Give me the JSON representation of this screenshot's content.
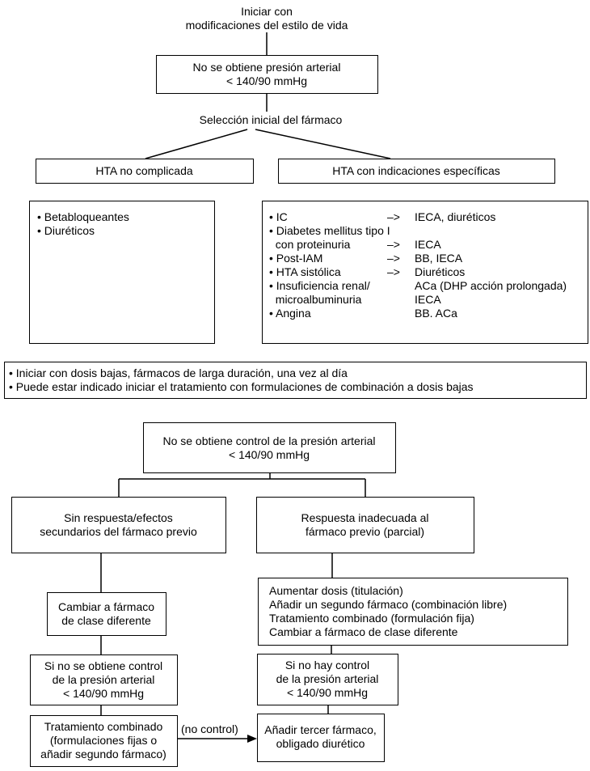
{
  "start": "Iniciar con\nmodificaciones del estilo de vida",
  "no_bp_target": "No se obtiene presión arterial\n< 140/90 mmHg",
  "initial_selection": "Selección inicial del fármaco",
  "hta_uncomplicated": {
    "title": "HTA no complicada",
    "items": [
      "• Betabloqueantes",
      "• Diuréticos"
    ]
  },
  "hta_specific": {
    "title": "HTA con indicaciones específicas",
    "rows": [
      {
        "cond": "• IC",
        "arrow": "–>",
        "drug": "IECA, diuréticos"
      },
      {
        "cond": "• Diabetes mellitus tipo I",
        "arrow": "",
        "drug": ""
      },
      {
        "cond": "  con proteinuria",
        "arrow": "–>",
        "drug": "IECA"
      },
      {
        "cond": "• Post-IAM",
        "arrow": "–>",
        "drug": "BB, IECA"
      },
      {
        "cond": "• HTA sistólica",
        "arrow": "–>",
        "drug": "Diuréticos"
      },
      {
        "cond": "• Insuficiencia renal/",
        "arrow": "",
        "drug": "ACa (DHP acción prolongada)"
      },
      {
        "cond": "  microalbuminuria",
        "arrow": "",
        "drug": "IECA"
      },
      {
        "cond": "• Angina",
        "arrow": "",
        "drug": "BB. ACa"
      }
    ]
  },
  "general_notes": [
    "• Iniciar con dosis bajas, fármacos de larga duración, una vez al día",
    "• Puede estar indicado iniciar el tratamiento con formulaciones de combinación a dosis bajas"
  ],
  "no_control": "No se obtiene control de la presión arterial\n< 140/90 mmHg",
  "no_response": "Sin respuesta/efectos\nsecundarios del fármaco previo",
  "inadequate_response": "Respuesta inadecuada al\nfármaco previo (parcial)",
  "change_class": "Cambiar a fármaco\nde clase diferente",
  "options": "Aumentar dosis (titulación)\nAñadir un segundo fármaco (combinación libre)\nTratamiento combinado (formulación fija)\nCambiar a fármaco de clase diferente",
  "no_control_left": "Si no se obtiene control\nde la presión arterial\n< 140/90 mmHg",
  "no_control_right": "Si no hay control\nde la presión arterial\n< 140/90 mmHg",
  "combined_treatment": "Tratamiento combinado\n(formulaciones fijas o\nañadir segundo fármaco)",
  "no_control_label": "(no control)",
  "third_drug": "Añadir tercer fármaco,\nobligado diurético"
}
